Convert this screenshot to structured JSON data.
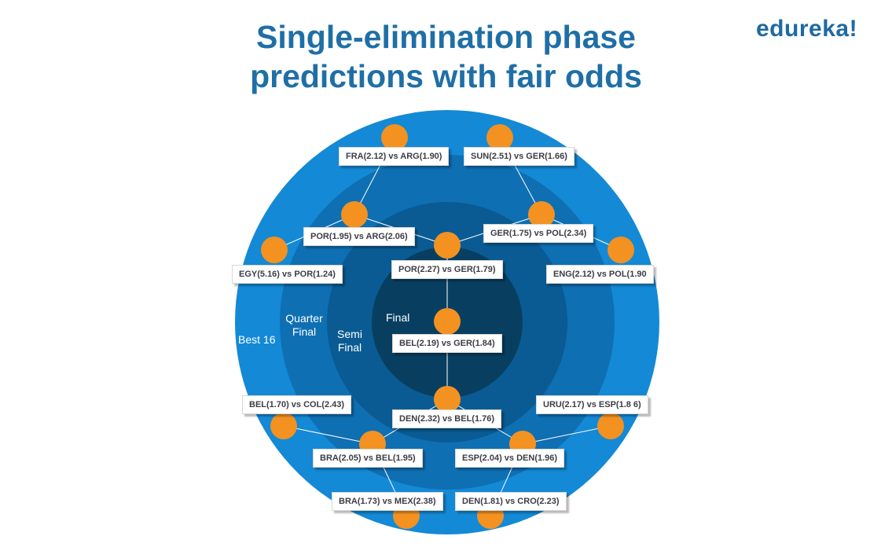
{
  "title": {
    "line1": "Single-elimination phase",
    "line2": "predictions with fair odds"
  },
  "brand": "edureka!",
  "colors": {
    "title": "#1f6fa6",
    "ring_best16": "#1489d6",
    "ring_quarter": "#0f6fb3",
    "ring_semi": "#0a5b93",
    "ring_final": "#083f61",
    "node": "#f39220",
    "connector": "#ffffff"
  },
  "rings": {
    "best16": "Best 16",
    "quarter_line1": "Quarter",
    "quarter_line2": "Final",
    "semi_line1": "Semi",
    "semi_line2": "Final",
    "final": "Final"
  },
  "matches": {
    "best16_top_left": "FRA(2.12) vs ARG(1.90)",
    "best16_top_right": "SUN(2.51) vs GER(1.66)",
    "best16_left": "EGY(5.16) vs POR(1.24)",
    "best16_right": "ENG(2.12) vs POL(1.90",
    "best16_lower_left": "BEL(1.70) vs COL(2.43)",
    "best16_lower_right": "URU(2.17) vs ESP(1.8 6)",
    "best16_bottom_left": "BRA(1.73) vs MEX(2.38)",
    "best16_bottom_right": "DEN(1.81) vs CRO(2.23)",
    "quarter_top_left": "POR(1.95) vs ARG(2.06)",
    "quarter_top_right": "GER(1.75) vs POL(2.34)",
    "quarter_bottom_left": "BRA(2.05) vs BEL(1.95)",
    "quarter_bottom_right": "ESP(2.04) vs DEN(1.96)",
    "semi_top": "POR(2.27) vs GER(1.79)",
    "semi_bottom": "DEN(2.32) vs BEL(1.76)",
    "final": "BEL(2.19) vs GER(1.84)"
  }
}
